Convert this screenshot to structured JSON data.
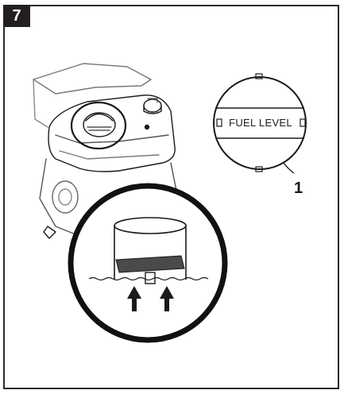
{
  "step_number": "7",
  "gauge": {
    "label": "FUEL LEVEL"
  },
  "callout": {
    "number": "1"
  },
  "colors": {
    "ink": "#1a1a1a",
    "badge": "#231f20",
    "frame": "#2a2a2a",
    "fuel_plate": "#4a4a4a"
  }
}
